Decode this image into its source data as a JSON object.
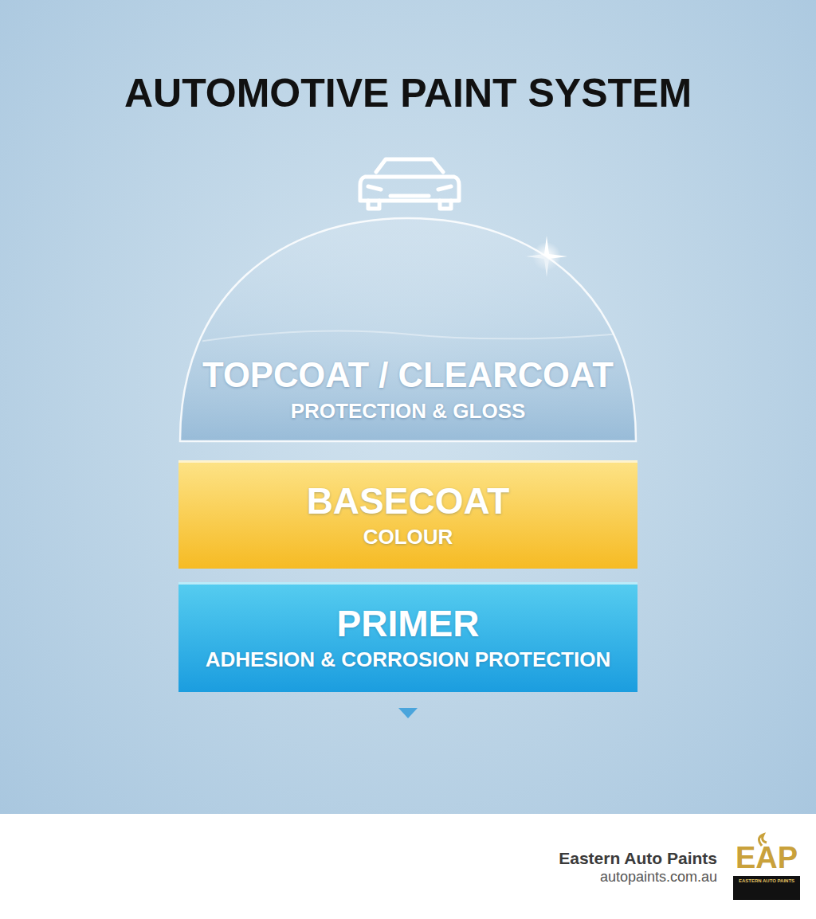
{
  "diagram": {
    "title": "AUTOMOTIVE PAINT SYSTEM",
    "nodes": [
      {
        "text": [
          "TOPCOAT / CLEARCOAT",
          "PROTECTION & GLOSS"
        ]
      },
      {
        "text": [
          "BASECOAT",
          "COLOUR"
        ]
      },
      {
        "text": [
          "PRIMER",
          "ADHESION & CORROSION PROTECTION"
        ]
      }
    ],
    "labels": [
      "Eastern Auto Paints",
      "autopaints.com.au",
      "EAP",
      "EASTERN AUTO PAINTS"
    ]
  }
}
